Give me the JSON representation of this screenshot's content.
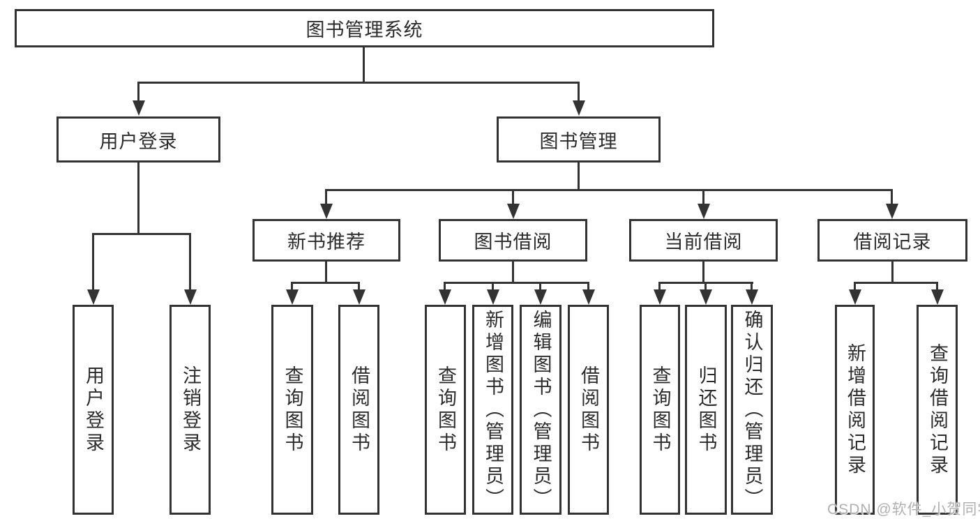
{
  "nodes": {
    "root": {
      "label": "图书管理系统"
    },
    "user_login": {
      "label": "用户登录",
      "children": {
        "login": {
          "label": "用户登录"
        },
        "logout": {
          "label": "注销登录"
        }
      }
    },
    "book_management": {
      "label": "图书管理",
      "children": {
        "new_book_recommend": {
          "label": "新书推荐",
          "children": {
            "query_book": {
              "label": "查询图书"
            },
            "borrow_book": {
              "label": "借阅图书"
            }
          }
        },
        "book_borrowing": {
          "label": "图书借阅",
          "children": {
            "query_book": {
              "label": "查询图书"
            },
            "add_book": {
              "label": "新增图书（管理员）"
            },
            "edit_book": {
              "label": "编辑图书（管理员）"
            },
            "borrow_book": {
              "label": "借阅图书"
            }
          }
        },
        "current_borrowing": {
          "label": "当前借阅",
          "children": {
            "query_book": {
              "label": "查询图书"
            },
            "return_book": {
              "label": "归还图书"
            },
            "confirm_return": {
              "label": "确认归还（管理员）"
            }
          }
        },
        "borrowing_records": {
          "label": "借阅记录",
          "children": {
            "add_record": {
              "label": "新增借阅记录"
            },
            "query_record": {
              "label": "查询借阅记录"
            }
          }
        }
      }
    }
  },
  "watermark": {
    "text": "CSDN @软件_小贺同学"
  },
  "colors": {
    "line": "#333333",
    "text": "#2b2b2b",
    "background": "#ffffff",
    "watermark": "#b0b0b0"
  }
}
